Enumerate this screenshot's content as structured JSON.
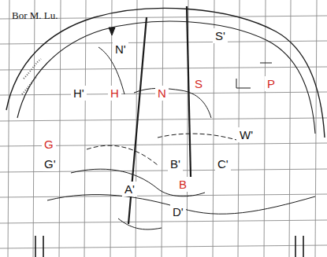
{
  "diagram": {
    "labels": [
      "Bor M. Lu.",
      "N'",
      "S'",
      "H'",
      "H",
      "N",
      "S",
      "P",
      "W'",
      "G",
      "G'",
      "B'",
      "C'",
      "A'",
      "B",
      "D'"
    ]
  }
}
